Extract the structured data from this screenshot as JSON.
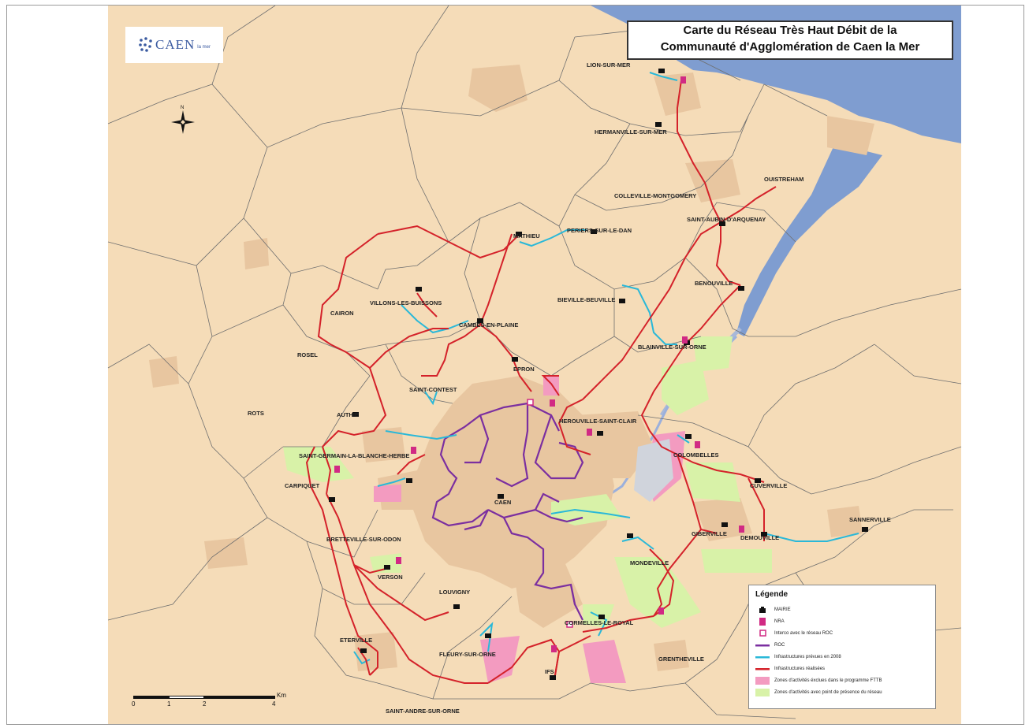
{
  "title": {
    "line1": "Carte du Réseau Très Haut Débit de la",
    "line2": "Communauté d'Agglomération de Caen la Mer"
  },
  "logo": {
    "text": "CAEN",
    "suffix": "la mer"
  },
  "north": {
    "label": "N"
  },
  "colors": {
    "land": "#f5dcb8",
    "sea": "#7f9dd0",
    "boundary": "#6f6f6f",
    "urban": "#e8c6a0",
    "roc": "#7b2fa0",
    "planned": "#2ab8d8",
    "realized": "#d4222a",
    "fttb_zone": "#f39bc0",
    "network_zone": "#d8f2a8",
    "hra": "#d12a84"
  },
  "places": [
    "LION-SUR-MER",
    "HERMANVILLE-SUR-MER",
    "OUISTREHAM",
    "COLLEVILLE-MONTGOMERY",
    "SAINT-AUBIN-D'ARQUENAY",
    "MATHIEU",
    "PERIERS-SUR-LE-DAN",
    "BENOUVILLE",
    "VILLONS-LES-BUISSONS",
    "CAIRON",
    "CAMBES-EN-PLAINE",
    "BIEVILLE-BEUVILLE",
    "BLAINVILLE-SUR-ORNE",
    "ROSEL",
    "EPRON",
    "SAINT-CONTEST",
    "ROTS",
    "AUTHIE",
    "HEROUVILLE-SAINT-CLAIR",
    "SAINT-GERMAIN-LA-BLANCHE-HERBE",
    "COLOMBELLES",
    "CARPIQUET",
    "CAEN",
    "CUVERVILLE",
    "SANNERVILLE",
    "BRETTEVILLE-SUR-ODON",
    "GIBERVILLE",
    "DEMOUVILLE",
    "MONDEVILLE",
    "VERSON",
    "LOUVIGNY",
    "CORMELLES-LE-ROYAL",
    "ETERVILLE",
    "FLEURY-SUR-ORNE",
    "GRENTHEVILLE",
    "IFS",
    "SAINT-ANDRE-SUR-ORNE"
  ],
  "legend": {
    "title": "Légende",
    "items": [
      {
        "label": "MAIRIE",
        "icon": "town-hall-icon"
      },
      {
        "label": "NRA",
        "icon": "nra-icon"
      },
      {
        "label": "Interco avec le réseau ROC",
        "icon": "interco-icon"
      },
      {
        "label": "ROC",
        "icon": "roc-line"
      },
      {
        "label": "Infrastructures prévues en 2008",
        "icon": "planned-line"
      },
      {
        "label": "Infrastructures réalisées",
        "icon": "realized-line"
      },
      {
        "label": "Zones d'activités éxclues dans le programme FTTB",
        "icon": "fttb-zone-swatch"
      },
      {
        "label": "Zones d'activités avec point de présence du réseau",
        "icon": "network-zone-swatch"
      }
    ]
  },
  "scale": {
    "ticks": [
      "0",
      "1",
      "2",
      "4"
    ],
    "unit": "Km"
  }
}
